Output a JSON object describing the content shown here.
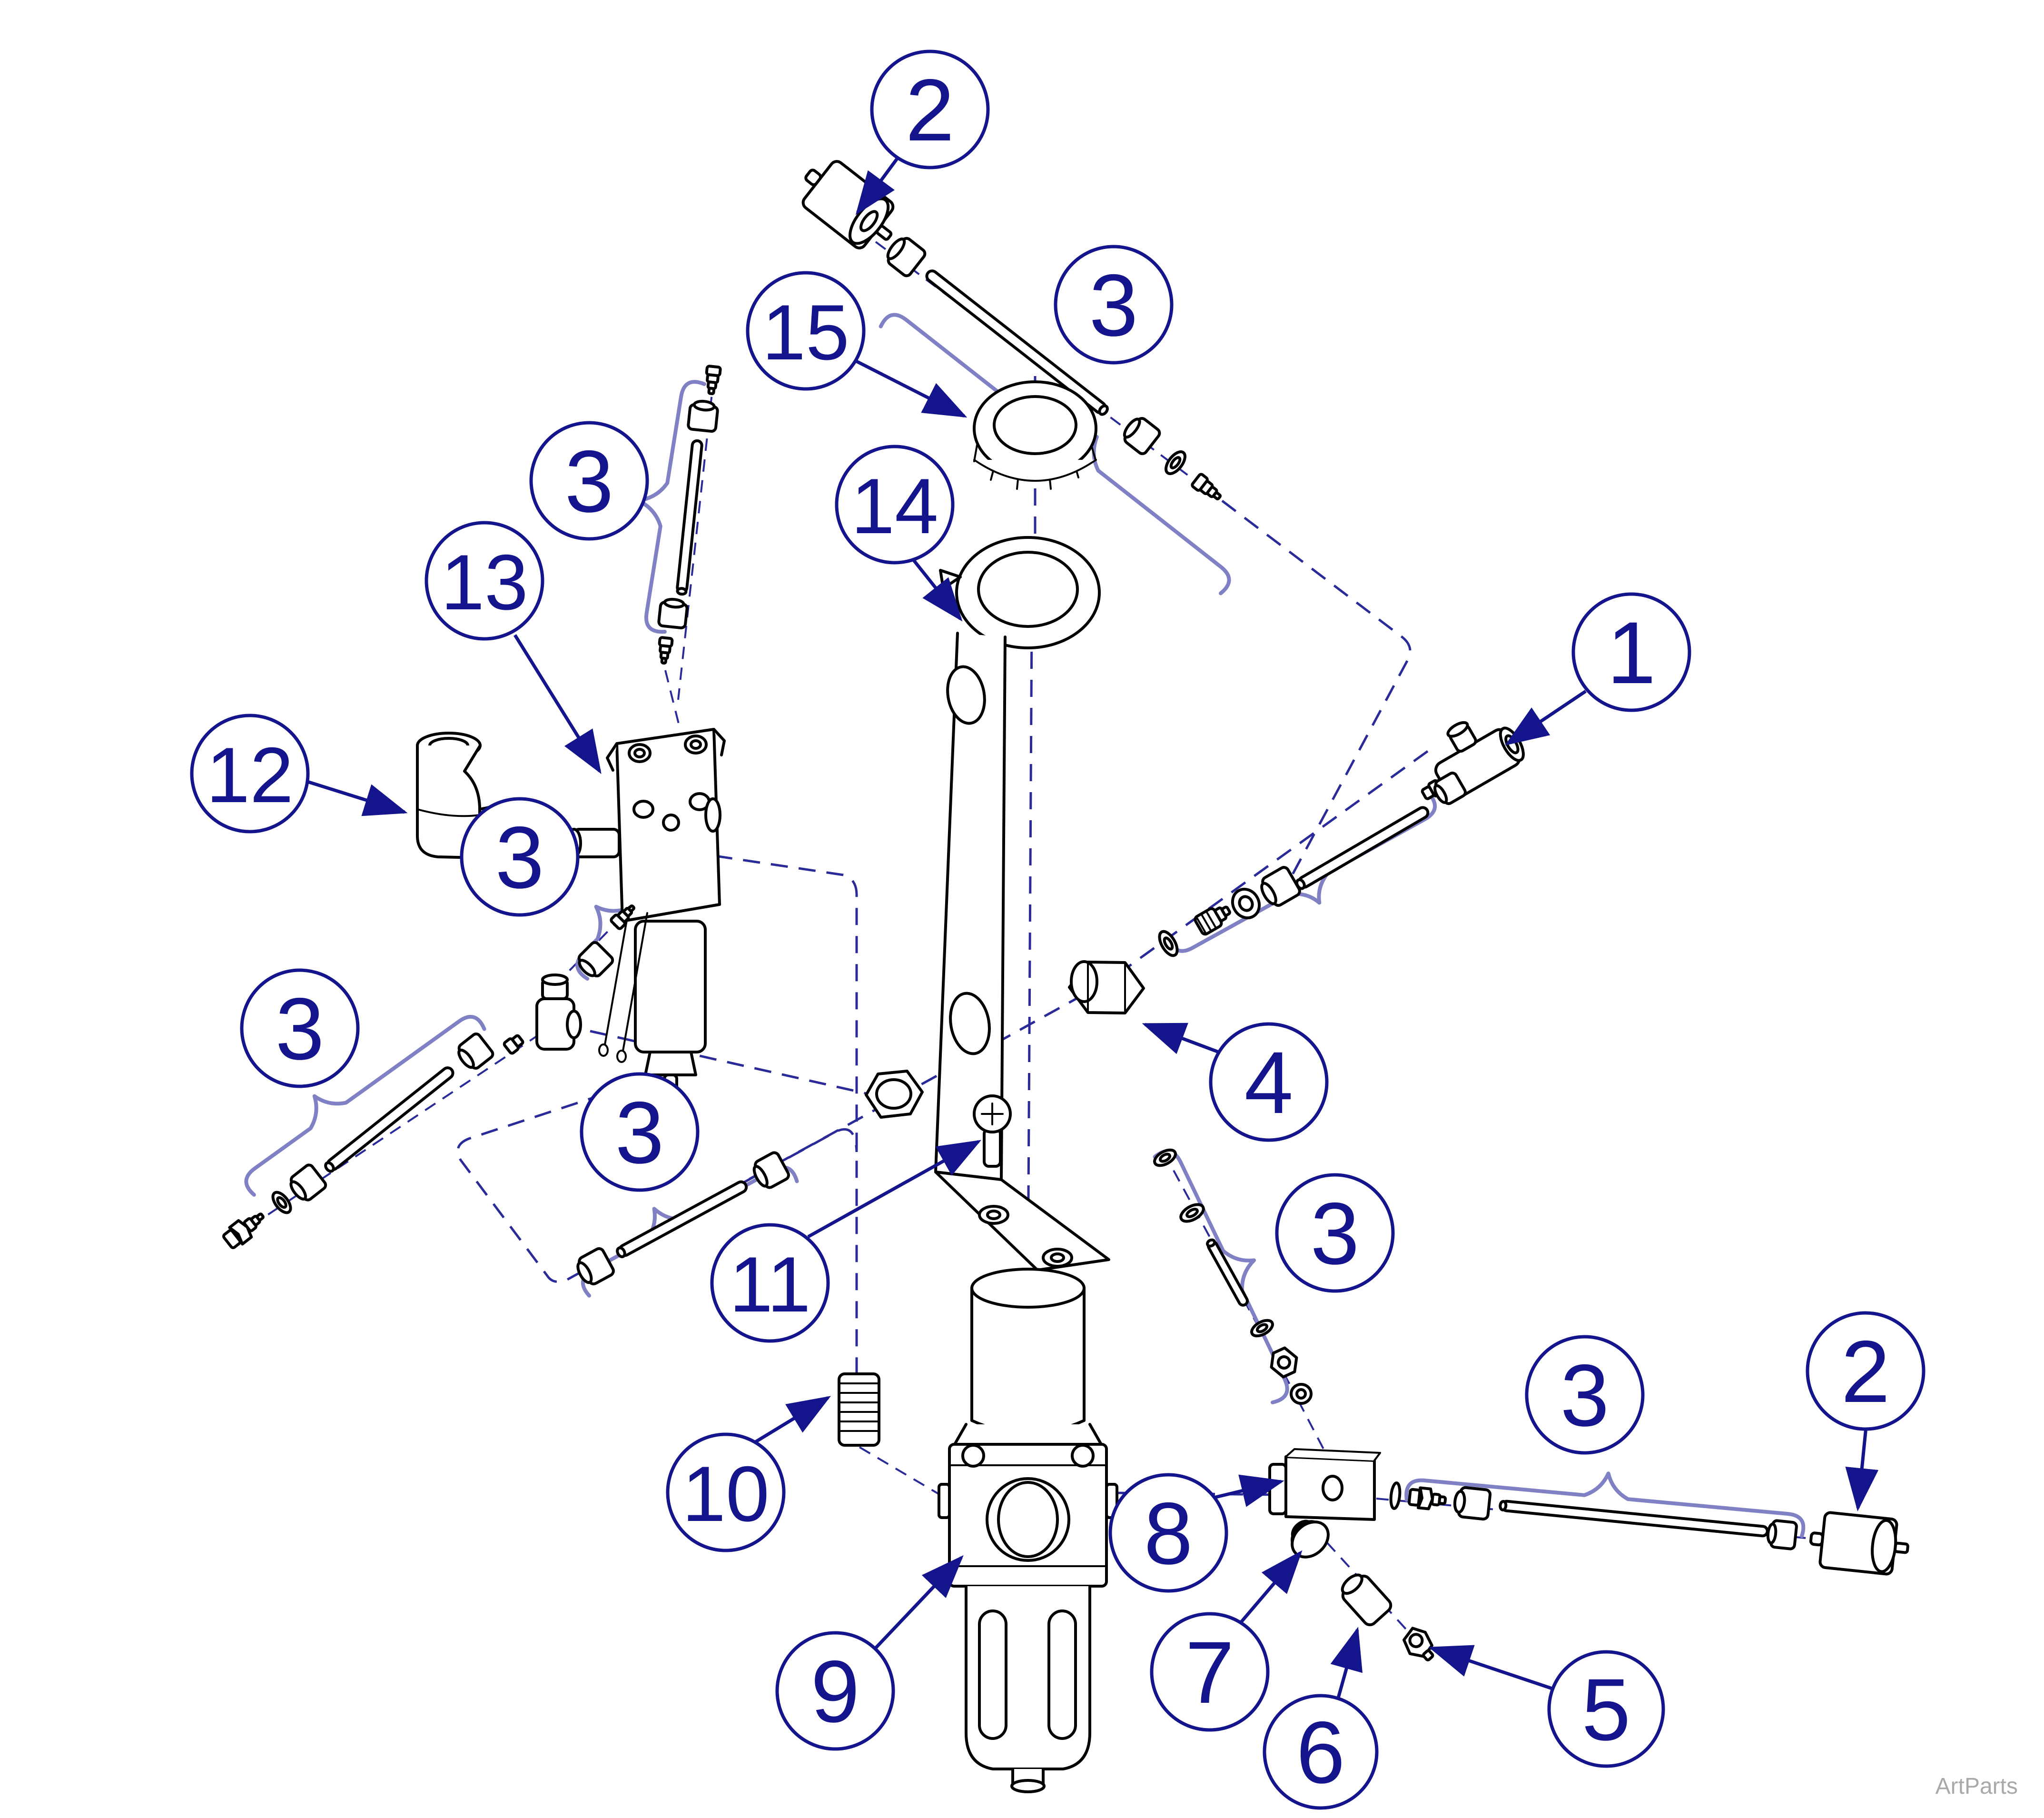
{
  "diagram": {
    "title_hidden": "",
    "watermark": "ArtParts",
    "colors": {
      "callout": "#14148C",
      "centerline": "#2A2A99",
      "brace": "#7F81C4",
      "part_line": "#000000",
      "watermark": "#A9A9A9",
      "background": "#FFFFFF"
    },
    "callouts": [
      {
        "id": "2-top",
        "label": "2"
      },
      {
        "id": "3-top-right",
        "label": "3"
      },
      {
        "id": "15",
        "label": "15"
      },
      {
        "id": "14",
        "label": "14"
      },
      {
        "id": "3-upper-left",
        "label": "3"
      },
      {
        "id": "13",
        "label": "13"
      },
      {
        "id": "1",
        "label": "1"
      },
      {
        "id": "12",
        "label": "12"
      },
      {
        "id": "3-mid-left",
        "label": "3"
      },
      {
        "id": "3-far-left",
        "label": "3"
      },
      {
        "id": "4",
        "label": "4"
      },
      {
        "id": "3-center",
        "label": "3"
      },
      {
        "id": "3-parts-chain",
        "label": "3"
      },
      {
        "id": "11",
        "label": "11"
      },
      {
        "id": "3-bottom-right",
        "label": "3"
      },
      {
        "id": "2-bottom-right",
        "label": "2"
      },
      {
        "id": "10",
        "label": "10"
      },
      {
        "id": "8",
        "label": "8"
      },
      {
        "id": "7",
        "label": "7"
      },
      {
        "id": "9",
        "label": "9"
      },
      {
        "id": "6",
        "label": "6"
      },
      {
        "id": "5",
        "label": "5"
      }
    ]
  }
}
